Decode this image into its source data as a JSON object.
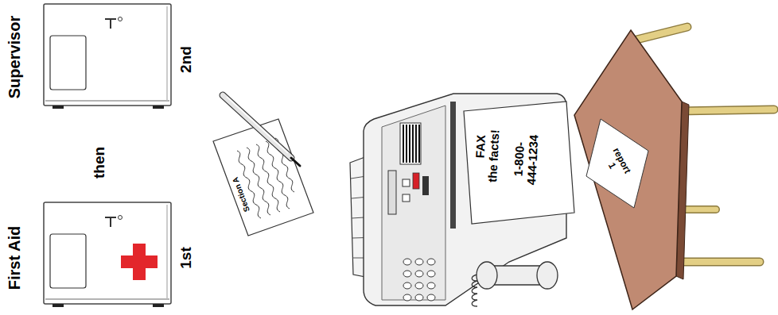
{
  "diagram": {
    "labels": [
      "Supervisor",
      "2nd",
      "then",
      "First Aid",
      "1st",
      "Section A",
      "FAX the facts!",
      "1-800- 444-1234",
      "report 1"
    ]
  }
}
